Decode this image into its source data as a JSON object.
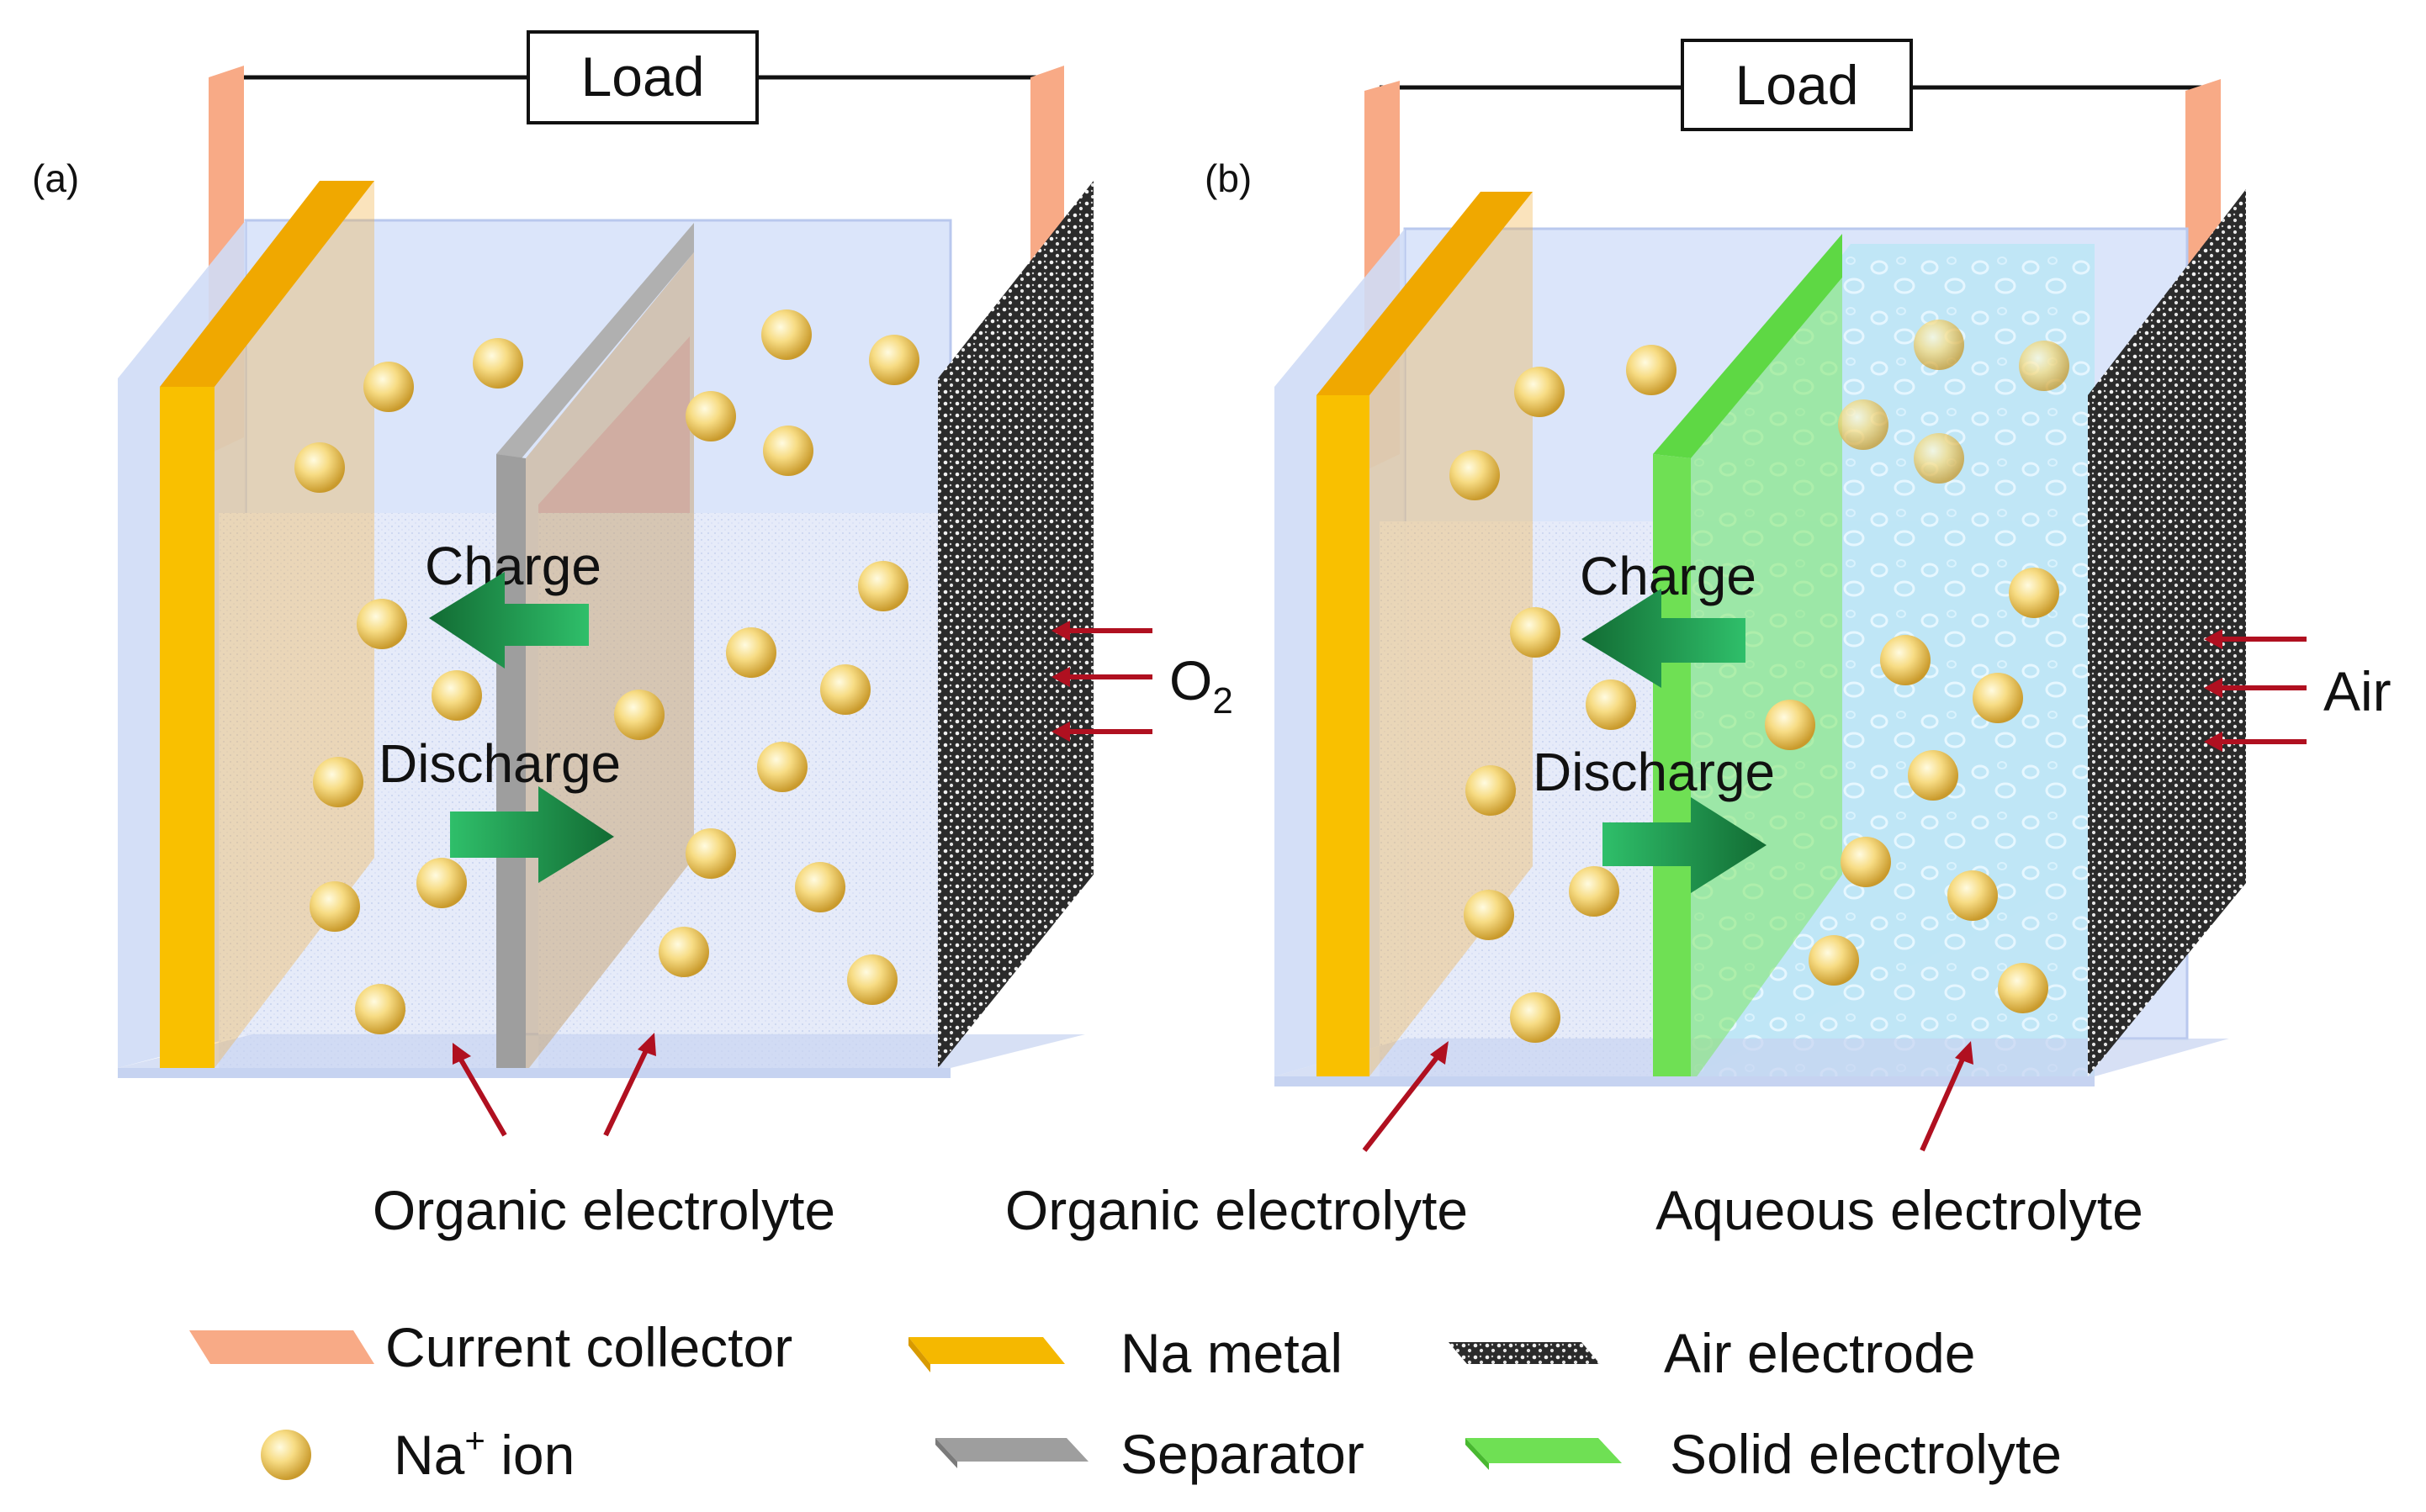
{
  "panels": [
    {
      "panel_label": "(a)",
      "load_label": "Load",
      "charge_label": "Charge",
      "discharge_label": "Discharge",
      "gas_label": "O",
      "gas_subscript": "2",
      "electrolyte_labels": [
        "Organic electrolyte"
      ]
    },
    {
      "panel_label": "(b)",
      "load_label": "Load",
      "charge_label": "Charge",
      "discharge_label": "Discharge",
      "gas_label": "Air",
      "gas_subscript": "",
      "electrolyte_labels": [
        "Organic electrolyte",
        "Aqueous electrolyte"
      ]
    }
  ],
  "legend": {
    "current_collector": "Current collector",
    "na_metal": "Na metal",
    "air_electrode": "Air electrode",
    "na_ion_base": "Na",
    "na_ion_sup": "+",
    "na_ion_tail": " ion",
    "separator": "Separator",
    "solid_electrolyte": "Solid electrolyte"
  },
  "colors": {
    "current_collector": "#f8aa86",
    "na_metal": "#f5b800",
    "separator": "#9e9e9e",
    "solid_electrolyte": "#6fe054",
    "na_ion": "#f0d070",
    "arrow_green": "#1f9a4a",
    "arrow_red": "#b01020",
    "cell_wall": "#cfdcf6",
    "aqueous": "#bfe6f6"
  }
}
